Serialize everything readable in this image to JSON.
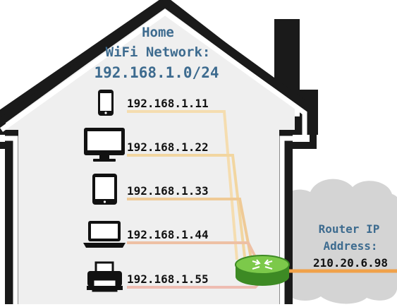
{
  "network": {
    "title_line1": "Home",
    "title_line2": "WiFi Network:",
    "subnet": "192.168.1.0/24"
  },
  "devices": [
    {
      "type": "smartphone-icon",
      "ip": "192.168.1.11",
      "line_color": "#f5ddb0"
    },
    {
      "type": "monitor-icon",
      "ip": "192.168.1.22",
      "line_color": "#f2d6a0"
    },
    {
      "type": "tablet-icon",
      "ip": "192.168.1.33",
      "line_color": "#efca96"
    },
    {
      "type": "laptop-icon",
      "ip": "192.168.1.44",
      "line_color": "#eec0a4"
    },
    {
      "type": "printer-icon",
      "ip": "192.168.1.55",
      "line_color": "#eebcb2"
    }
  ],
  "router": {
    "label_line1": "Router IP",
    "label_line2": "Address:",
    "ip": "210.20.6.98",
    "color": "#6fbf3a",
    "uplink_color": "#f0a14a"
  },
  "colors": {
    "house_fill": "#efefef",
    "house_outline": "#1a1a1a",
    "cloud_fill": "#d4d4d4",
    "title": "#3d6b8f"
  }
}
